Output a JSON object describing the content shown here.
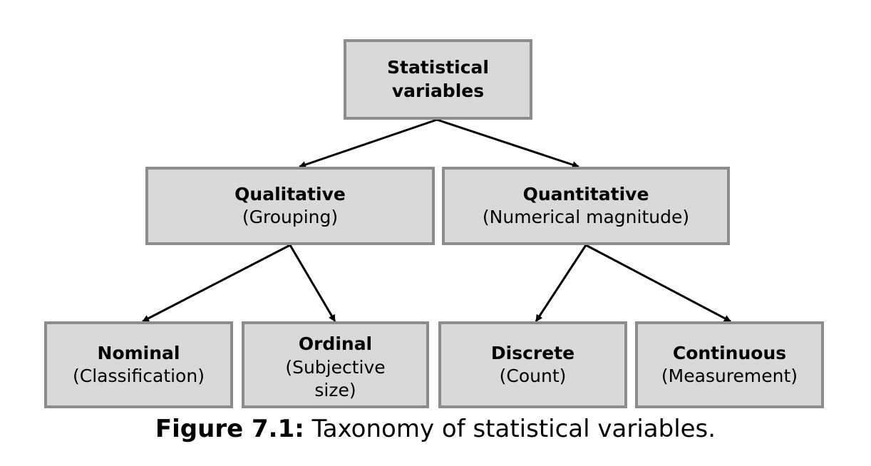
{
  "nodes": {
    "root": {
      "title": "Statistical variables"
    },
    "qualitative": {
      "title": "Qualitative",
      "subtitle": "(Grouping)"
    },
    "quantitative": {
      "title": "Quantitative",
      "subtitle": "(Numerical magnitude)"
    },
    "nominal": {
      "title": "Nominal",
      "subtitle": "(Classification)"
    },
    "ordinal": {
      "title": "Ordinal",
      "subtitle": "(Subjective size)"
    },
    "discrete": {
      "title": "Discrete",
      "subtitle": "(Count)"
    },
    "continuous": {
      "title": "Continuous",
      "subtitle": "(Measurement)"
    }
  },
  "edges": [
    {
      "from": "root",
      "to": "qualitative"
    },
    {
      "from": "root",
      "to": "quantitative"
    },
    {
      "from": "qualitative",
      "to": "nominal"
    },
    {
      "from": "qualitative",
      "to": "ordinal"
    },
    {
      "from": "quantitative",
      "to": "discrete"
    },
    {
      "from": "quantitative",
      "to": "continuous"
    }
  ],
  "colors": {
    "box_fill": "#d9d9d9",
    "box_border": "#8c8c8c",
    "arrow": "#000000"
  },
  "caption": {
    "label": "Figure 7.1:",
    "text": " Taxonomy of statistical variables."
  }
}
